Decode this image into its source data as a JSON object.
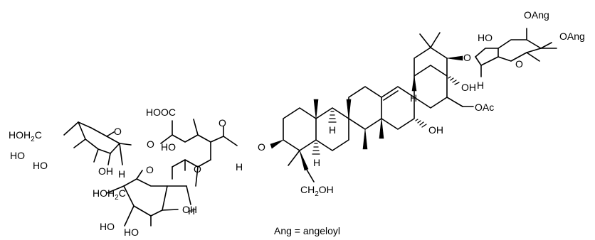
{
  "labels": {
    "oang_top": "OAng",
    "oang_right": "OAng",
    "ho_fucose": "HO",
    "o_fucose_ring": "O",
    "h_fucose_anomer": "H",
    "o_c21": "O",
    "oh_c22": "OH",
    "oac": "OAc",
    "h_c18": "H",
    "oh_c16": "OH",
    "h_c9": "H",
    "h_c5": "H",
    "o_c3": "O",
    "ch2oh_c23": "CH2OH",
    "hooc": "HOOC",
    "o_glca_ring": "O",
    "h_glca_anomer": "H",
    "o_glca_c3": "O",
    "ho_glca_c4": "HO",
    "o_glca_c2": "O",
    "hoh2c_glc1": "HOH2C",
    "o_glc1_ring": "O",
    "ho_glc1_c4": "HO",
    "ho_glc1_c3": "HO",
    "oh_glc1_c2": "OH",
    "h_glc1_anomer": "H",
    "hoh2c_glc2": "HOH2C",
    "o_glc2_ring": "O",
    "ho_glc2_c4": "HO",
    "ho_glc2_c3": "HO",
    "oh_glc2_c2": "OH",
    "h_glc2_anomer": "H"
  },
  "caption": "Ang = angeloyl"
}
